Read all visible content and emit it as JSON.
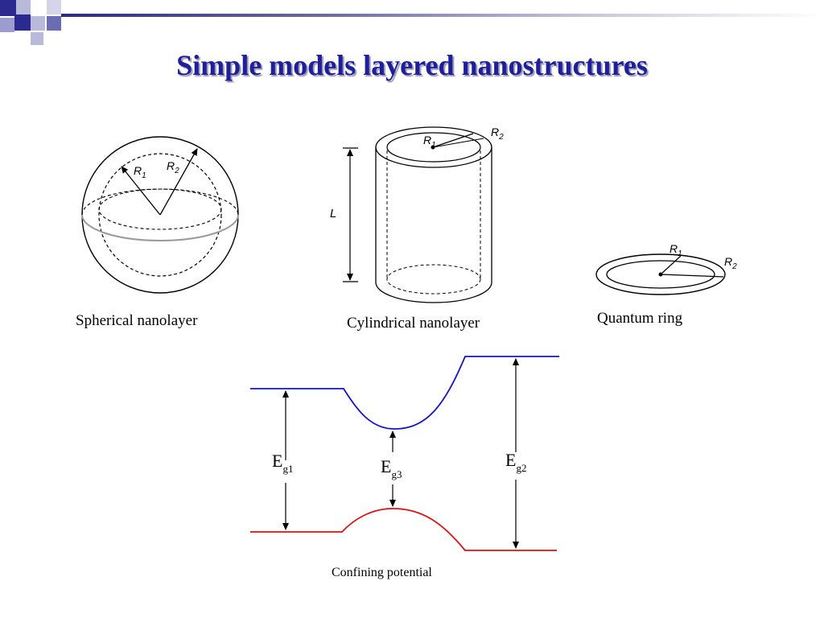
{
  "slide": {
    "title": "Simple models layered nanostructures"
  },
  "figures": {
    "spherical": {
      "caption": "Spherical nanolayer",
      "r1": "R",
      "r1_sub": "1",
      "r2": "R",
      "r2_sub": "2"
    },
    "cylindrical": {
      "caption": "Cylindrical nanolayer",
      "r1": "R",
      "r1_sub": "1",
      "r2": "R",
      "r2_sub": "2",
      "length": "L"
    },
    "ring": {
      "caption": "Quantum ring",
      "r1": "R",
      "r1_sub": "1",
      "r2": "R",
      "r2_sub": "2"
    },
    "potential": {
      "caption": "Confining potential",
      "eg1": "E",
      "eg1_sub": "g1",
      "eg2": "E",
      "eg2_sub": "g2",
      "eg3": "E",
      "eg3_sub": "g3"
    }
  },
  "colors": {
    "title": "#1f1f99",
    "conduction_band": "#1515c8",
    "valence_band": "#e01010"
  }
}
